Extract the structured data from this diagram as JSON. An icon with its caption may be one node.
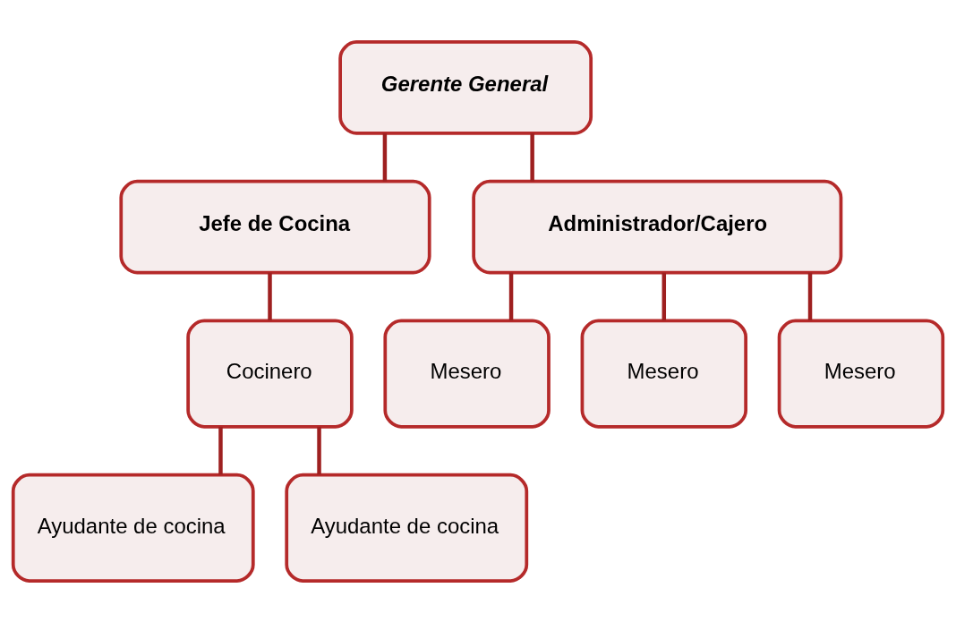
{
  "diagram": {
    "nodes": [
      {
        "text": [
          "Gerente General"
        ]
      },
      {
        "text": [
          "Jefe de Cocina"
        ]
      },
      {
        "text": [
          "Administrador/Cajero"
        ]
      },
      {
        "text": [
          "Cocinero"
        ]
      },
      {
        "text": [
          "Mesero"
        ]
      },
      {
        "text": [
          "Mesero"
        ]
      },
      {
        "text": [
          "Mesero"
        ]
      },
      {
        "text": [
          "Ayudante de cocina"
        ]
      },
      {
        "text": [
          "Ayudante de cocina"
        ]
      }
    ],
    "edges": [
      {
        "from": 0,
        "to": 1,
        "arrow": "none"
      },
      {
        "from": 0,
        "to": 2,
        "arrow": "none"
      },
      {
        "from": 1,
        "to": 3,
        "arrow": "none"
      },
      {
        "from": 2,
        "to": 4,
        "arrow": "none"
      },
      {
        "from": 2,
        "to": 5,
        "arrow": "none"
      },
      {
        "from": 2,
        "to": 6,
        "arrow": "none"
      },
      {
        "from": 3,
        "to": 7,
        "arrow": "none"
      },
      {
        "from": 3,
        "to": 8,
        "arrow": "none"
      }
    ]
  }
}
